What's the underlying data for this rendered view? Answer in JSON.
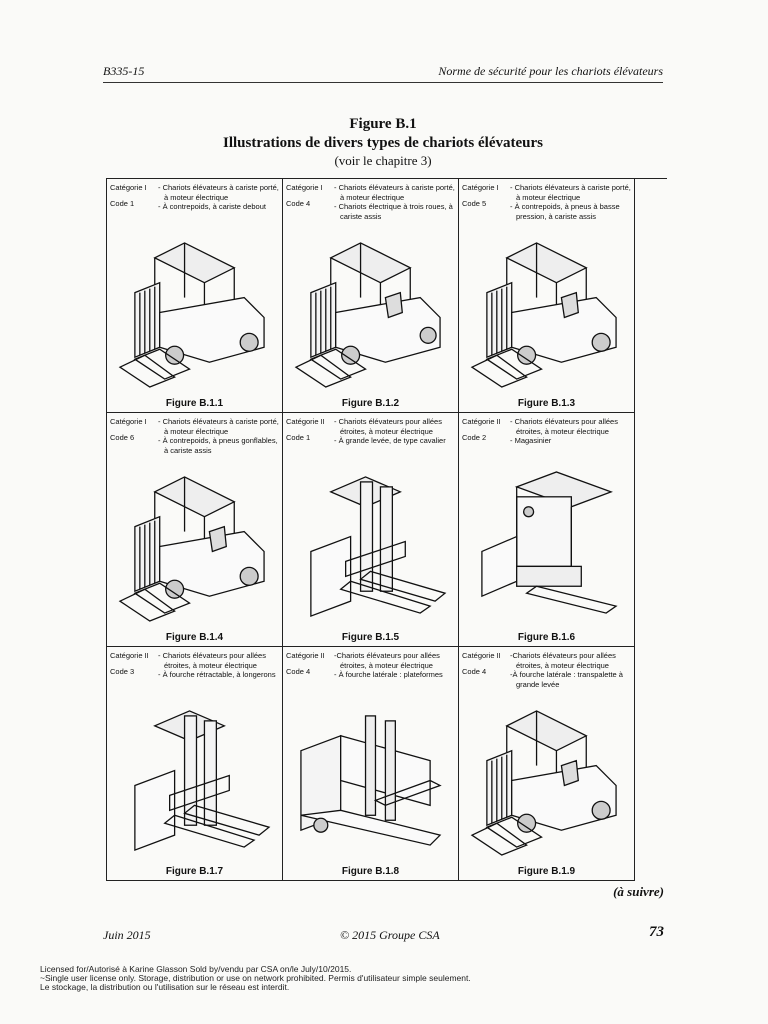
{
  "header": {
    "left": "B335-15",
    "right": "Norme de sécurité pour les chariots élévateurs"
  },
  "figure": {
    "number": "Figure B.1",
    "title": "Illustrations de divers types de chariots élévateurs",
    "subtitle": "(voir le chapitre 3)"
  },
  "cells": [
    {
      "category": "Catégorie I",
      "code": "Code 1",
      "lines": [
        "- Chariots élévateurs à cariste porté, à moteur électrique",
        "- À contrepoids, à cariste debout"
      ],
      "caption": "Figure B.1.1"
    },
    {
      "category": "Catégorie I",
      "code": "Code 4",
      "lines": [
        "- Chariots élévateurs à cariste porté, à moteur électrique",
        "- Chariots électrique à trois roues, à cariste assis"
      ],
      "caption": "Figure B.1.2"
    },
    {
      "category": "Catégorie I",
      "code": "Code 5",
      "lines": [
        "- Chariots élévateurs à cariste porté, à moteur électrique",
        "- À contrepoids, à pneus à basse pression, à cariste assis"
      ],
      "caption": "Figure B.1.3"
    },
    {
      "category": "Catégorie I",
      "code": "Code 6",
      "lines": [
        "- Chariots élévateurs à cariste porté, à moteur électrique",
        "- À contrepoids, à pneus gonflables, à cariste assis"
      ],
      "caption": "Figure B.1.4"
    },
    {
      "category": "Catégorie II",
      "code": "Code 1",
      "lines": [
        "- Chariots élévateurs pour allées étroites, à moteur électrique",
        "- À grande levée, de type cavalier"
      ],
      "caption": "Figure B.1.5"
    },
    {
      "category": "Catégorie II",
      "code": "Code 2",
      "lines": [
        "- Chariots élévateurs pour allées étroites, à moteur électrique",
        "- Magasinier"
      ],
      "caption": "Figure B.1.6"
    },
    {
      "category": "Catégorie II",
      "code": "Code 3",
      "lines": [
        "- Chariots élévateurs pour allées étroites, à moteur électrique",
        "- À fourche rétractable, à longerons"
      ],
      "caption": "Figure B.1.7"
    },
    {
      "category": "Catégorie II",
      "code": "Code 4",
      "lines": [
        "-Chariots élévateurs pour allées étroites, à moteur électrique",
        "- À fourche latérale : plateformes"
      ],
      "caption": "Figure B.1.8"
    },
    {
      "category": "Catégorie II",
      "code": "Code 4",
      "lines": [
        "-Chariots élévateurs pour allées étroites, à moteur électrique",
        "-À fourche latérale : transpalette à grande levée"
      ],
      "caption": "Figure B.1.9"
    }
  ],
  "continued": "(à suivre)",
  "footer": {
    "left": "Juin 2015",
    "center": "© 2015 Groupe CSA",
    "page": "73"
  },
  "license": [
    "Licensed for/Autorisé à Karine Glasson Sold by/vendu par CSA on/le July/10/2015.",
    "~Single user license only. Storage, distribution or use on network prohibited. Permis d'utilisateur simple seulement.",
    "Le stockage, la distribution ou l'utilisation sur le réseau est interdit."
  ]
}
